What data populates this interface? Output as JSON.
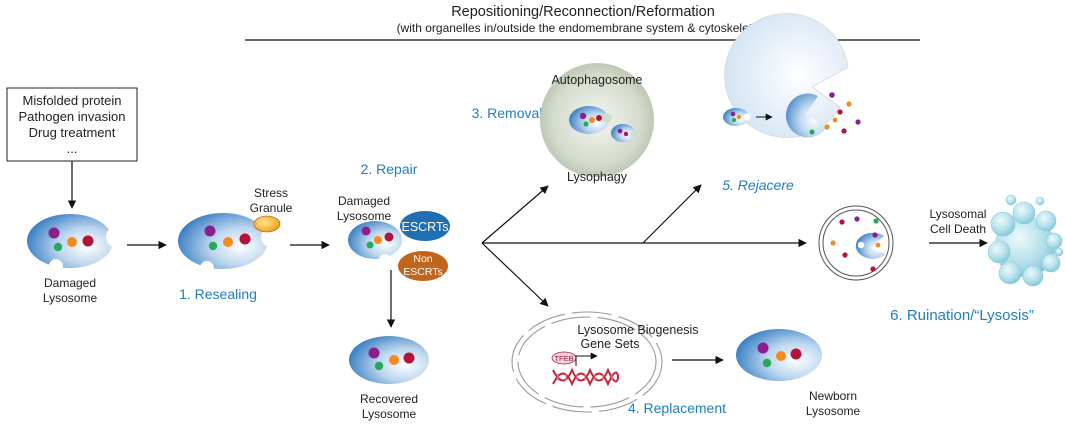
{
  "header": {
    "title": "Repositioning/Reconnection/Reformation",
    "subtitle": "(with organelles in/outside the endomembrane system & cytoskeleton)"
  },
  "stressors": {
    "line1": "Misfolded protein",
    "line2": "Pathogen invasion",
    "line3": "Drug treatment",
    "line4": "..."
  },
  "labels": {
    "damaged_lysosome_1": "Damaged",
    "damaged_lysosome_2": "Lysosome",
    "stress_granule_1": "Stress",
    "stress_granule_2": "Granule",
    "damaged_lysosome_repair_1": "Damaged",
    "damaged_lysosome_repair_2": "Lysosome",
    "escrts": "ESCRTs",
    "non_escrts_1": "Non",
    "non_escrts_2": "ESCRTs",
    "recovered_1": "Recovered",
    "recovered_2": "Lysosome",
    "autophagosome": "Autophagosome",
    "lysophagy": "Lysophagy",
    "biogenesis_1": "Lysosome Biogenesis",
    "biogenesis_2": "Gene Sets",
    "tfeb": "TFEB",
    "newborn_1": "Newborn",
    "newborn_2": "Lysosome",
    "cell_death_1": "Lysosomal",
    "cell_death_2": "Cell Death"
  },
  "steps": {
    "resealing": "1. Resealing",
    "repair": "2. Repair",
    "removal": "3. Removal",
    "replacement": "4. Replacement",
    "rejacere": "5. Rejacere",
    "ruination": "6. Ruination/“Lysosis”"
  },
  "colors": {
    "step_text": "#1e7fc1",
    "escrts": "#1f6fb2",
    "non_escrts": "#c0651e",
    "stress_granule": "#f2b51c",
    "dot_purple": "#8e1d8e",
    "dot_orange": "#f28c1a",
    "dot_red": "#b5123a",
    "dot_green": "#2aa85a"
  }
}
